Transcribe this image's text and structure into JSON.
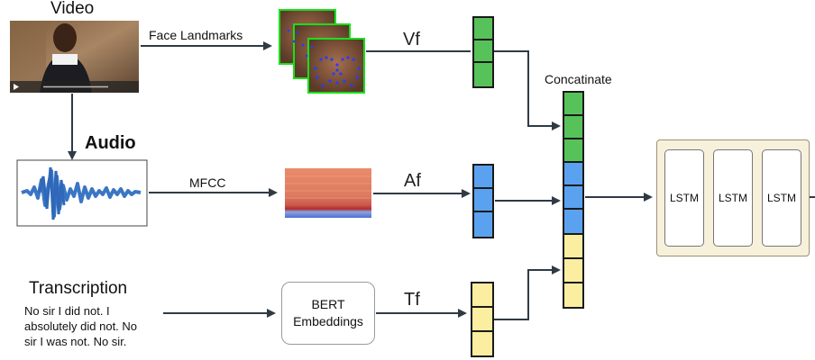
{
  "inputs": {
    "video": "Video",
    "audio": "Audio",
    "transcription": "Transcription",
    "transcript_lines": [
      "No sir I did not. I",
      "absolutely did not. No",
      "sir I was not. No sir."
    ]
  },
  "processing": {
    "face_landmarks": "Face Landmarks",
    "mfcc": "MFCC",
    "bert_line1": "BERT",
    "bert_line2": "Embeddings"
  },
  "features": {
    "vf": "Vf",
    "af": "Af",
    "tf": "Tf"
  },
  "fusion": {
    "concatinate": "Concatinate"
  },
  "lstm": [
    "LSTM",
    "LSTM",
    "LSTM"
  ],
  "colors": {
    "video_feature": "#58c25a",
    "audio_feature": "#5aa2f0",
    "text_feature": "#fbeea0",
    "arrow": "#2f3a45",
    "lstm_container": "#f7f1dc"
  }
}
